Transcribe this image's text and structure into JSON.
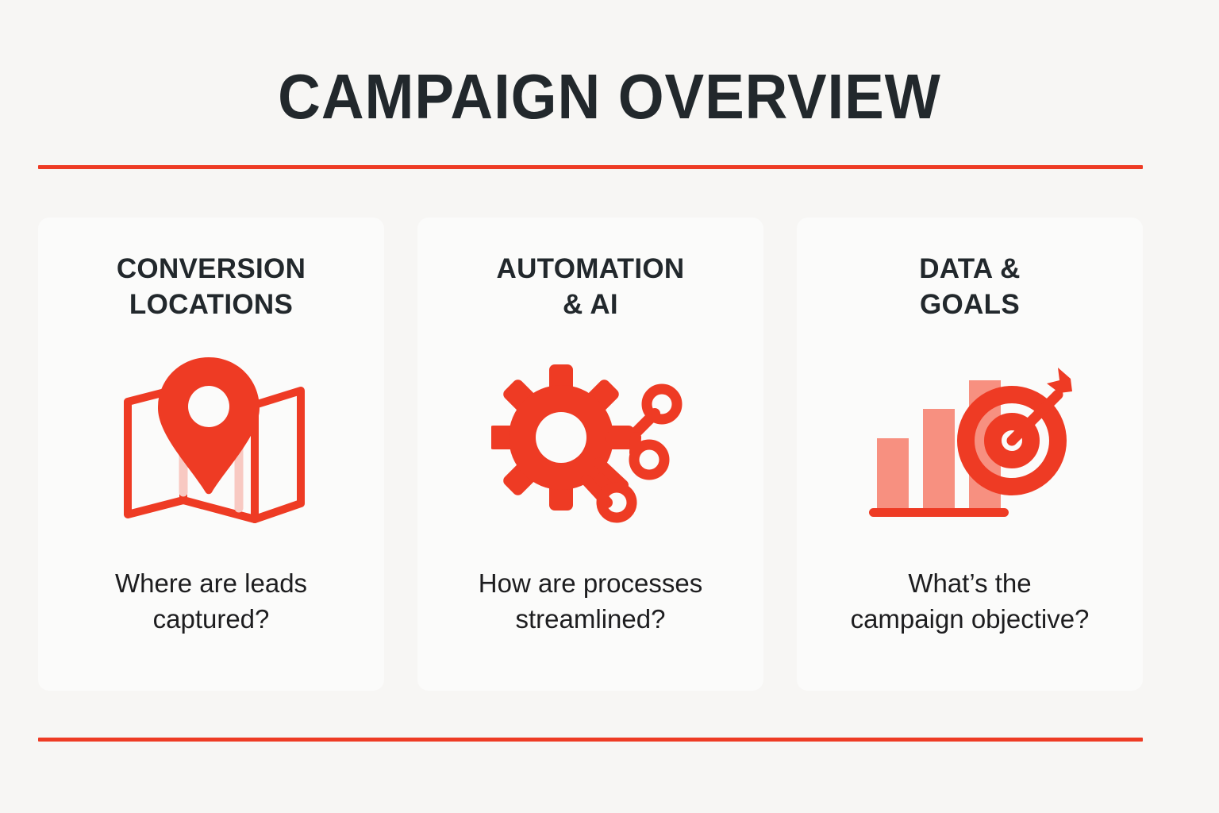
{
  "page": {
    "title": "CAMPAIGN OVERVIEW",
    "background_color": "#F7F6F4",
    "accent_color": "#EE3B24",
    "accent_light_color": "#F79080",
    "text_color": "#22282C",
    "card_background": "#FBFBFA"
  },
  "divider_top": {
    "name": "top-divider",
    "color": "#EE3B24"
  },
  "divider_bottom": {
    "name": "bottom-divider",
    "color": "#EE3B24"
  },
  "cards": [
    {
      "id": "conversion-locations",
      "title": "CONVERSION\nLOCATIONS",
      "icon": "map-pin-icon",
      "body": "Where are leads\ncaptured?"
    },
    {
      "id": "automation-ai",
      "title": "AUTOMATION\n& AI",
      "icon": "gear-network-icon",
      "body": "How are processes\nstreamlined?"
    },
    {
      "id": "data-goals",
      "title": "DATA &\nGOALS",
      "icon": "bar-chart-target-icon",
      "body": "What’s the\ncampaign objective?"
    }
  ]
}
